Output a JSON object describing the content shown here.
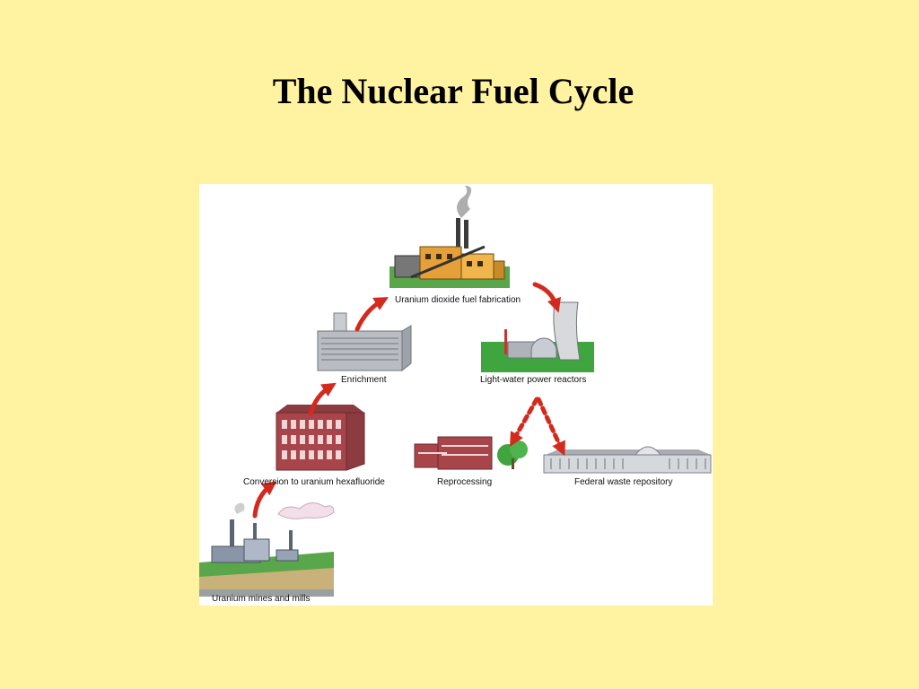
{
  "slide": {
    "title": "The Nuclear Fuel Cycle"
  },
  "diagram": {
    "stages": [
      {
        "id": "mines",
        "label": "Uranium mines and mills"
      },
      {
        "id": "conversion",
        "label": "Conversion to uranium hexafluoride"
      },
      {
        "id": "enrichment",
        "label": "Enrichment"
      },
      {
        "id": "fabrication",
        "label": "Uranium dioxide fuel fabrication"
      },
      {
        "id": "reactors",
        "label": "Light-water power reactors"
      },
      {
        "id": "reprocessing",
        "label": "Reprocessing"
      },
      {
        "id": "repository",
        "label": "Federal waste repository"
      }
    ],
    "flows": [
      {
        "from": "mines",
        "to": "conversion",
        "style": "solid"
      },
      {
        "from": "conversion",
        "to": "enrichment",
        "style": "solid"
      },
      {
        "from": "enrichment",
        "to": "fabrication",
        "style": "solid"
      },
      {
        "from": "fabrication",
        "to": "reactors",
        "style": "solid"
      },
      {
        "from": "reactors",
        "to": "reprocessing",
        "style": "dashed"
      },
      {
        "from": "reactors",
        "to": "repository",
        "style": "dashed"
      }
    ],
    "colors": {
      "arrow": "#d42a1e",
      "background": "#fff2a0",
      "panel": "#ffffff",
      "brick": "#a8454b",
      "ground": "#3fa53f"
    }
  }
}
